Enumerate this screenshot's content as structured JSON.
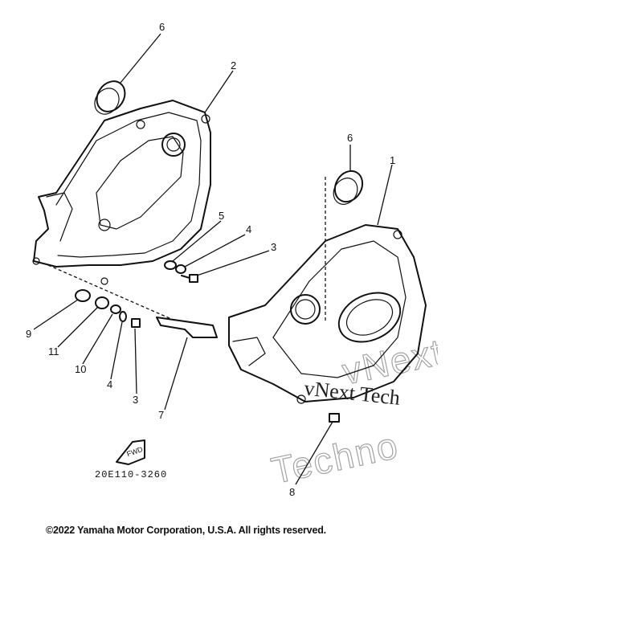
{
  "diagram": {
    "callouts": [
      {
        "id": "c-6a",
        "label": "6"
      },
      {
        "id": "c-2",
        "label": "2"
      },
      {
        "id": "c-6b",
        "label": "6"
      },
      {
        "id": "c-1",
        "label": "1"
      },
      {
        "id": "c-5",
        "label": "5"
      },
      {
        "id": "c-4a",
        "label": "4"
      },
      {
        "id": "c-3a",
        "label": "3"
      },
      {
        "id": "c-9",
        "label": "9"
      },
      {
        "id": "c-11",
        "label": "11"
      },
      {
        "id": "c-10",
        "label": "10"
      },
      {
        "id": "c-4b",
        "label": "4"
      },
      {
        "id": "c-3b",
        "label": "3"
      },
      {
        "id": "c-7",
        "label": "7"
      },
      {
        "id": "c-8",
        "label": "8"
      }
    ],
    "fwd_badge": "FWD",
    "part_number": "20E110-3260"
  },
  "watermark": {
    "line1": "vNext",
    "line2": "Techno",
    "line3": "vNext Tech"
  },
  "footer": {
    "copyright": "©2022 Yamaha Motor Corporation, U.S.A. All rights reserved."
  }
}
